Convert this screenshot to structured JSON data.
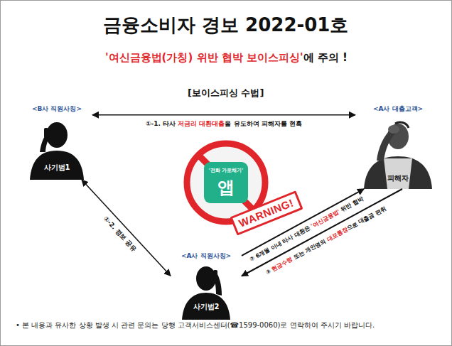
{
  "diagram": {
    "title": "금융소비자 경보 2022-01호",
    "nodes": [
      {
        "text": [
          "<B사 직원사칭>",
          "사기범1"
        ]
      },
      {
        "text": [
          "<A사 대출고객>",
          "피해자"
        ]
      },
      {
        "text": [
          "'전화 가로채기'",
          "앱"
        ]
      },
      {
        "text": [
          "WARNING!"
        ]
      },
      {
        "text": [
          "<A사 직원사칭>",
          "사기범2"
        ]
      }
    ],
    "edges": [
      {
        "from": 0,
        "to": 1,
        "arrow": "both",
        "label": "①-1. 타사 저금리 대환대출을 유도하여 피해자를 현혹"
      },
      {
        "from": 0,
        "to": 4,
        "arrow": "both",
        "label": "①-2. 정보 공유"
      },
      {
        "from": 4,
        "to": 1,
        "arrow": "to",
        "label": "② 6개월 이내 타사 대환은 '여신금융법' 위반 협박"
      },
      {
        "from": 1,
        "to": 4,
        "arrow": "to",
        "label": "③ 현금수령 또는 개인명의 대포통장으로 대출금 편취"
      }
    ],
    "labels": [
      "'여신금융법(가칭) 위반 협박 보이스피싱'에 주의 !",
      "[보이스피싱 수법]",
      "• 본 내용과 유사한 상황 발생 시 관련 문의는 당행 고객서비스센터(☎1599-0060)로 연락하여 주시기 바랍니다."
    ]
  }
}
